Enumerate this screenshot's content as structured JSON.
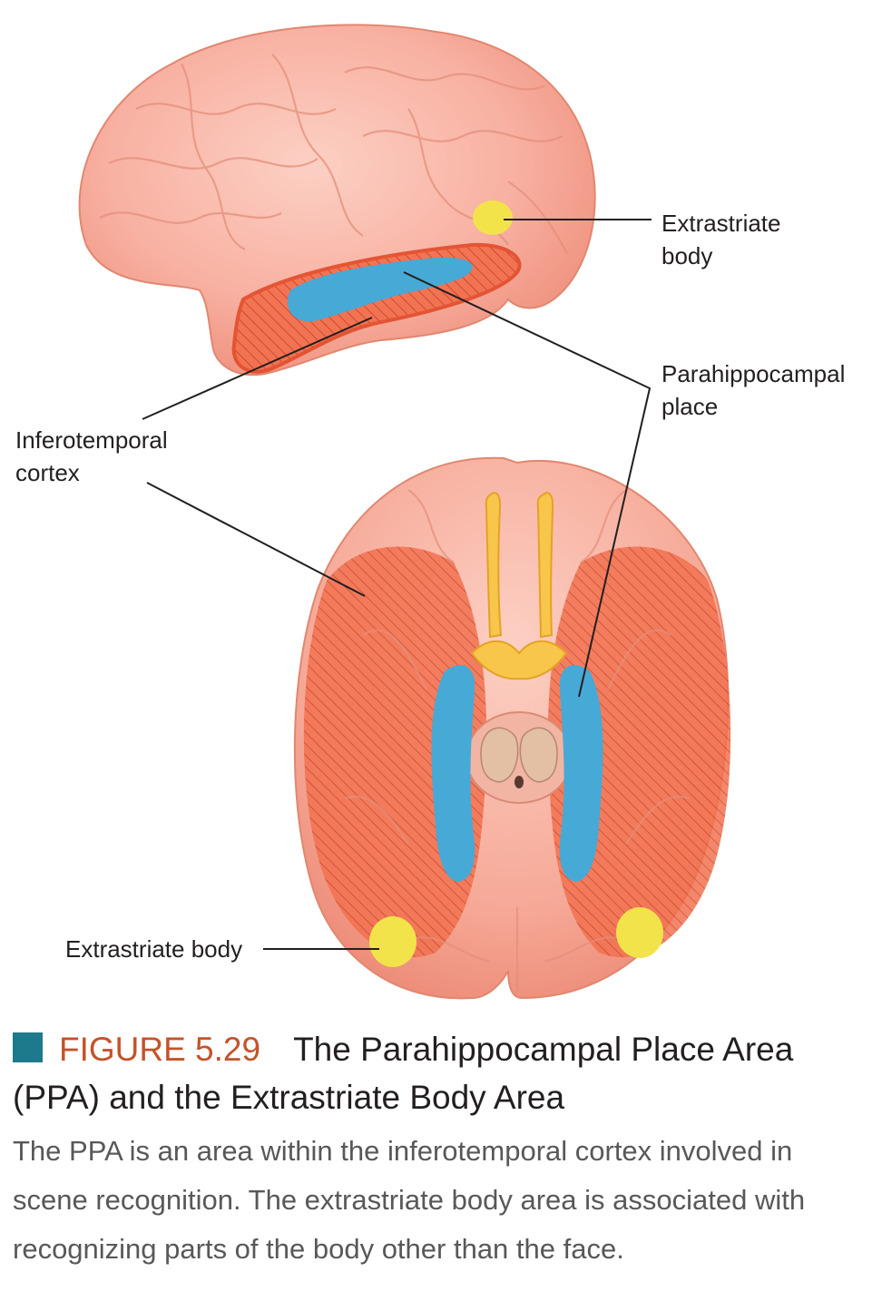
{
  "labels": {
    "extrastriate_top": "Extrastriate\nbody",
    "parahippocampal": "Parahippocampal\nplace",
    "inferotemporal": "Inferotemporal\ncortex",
    "extrastriate_bottom": "Extrastriate body"
  },
  "caption": {
    "figure_number": "FIGURE 5.29",
    "title": "The Parahippocampal Place Area (PPA) and the Extrastriate Body Area",
    "body": "The PPA is an area within the inferotemporal cortex involved in scene recognition. The extrastriate body area is associated with recognizing parts of the body other than the face."
  },
  "colors": {
    "brain_tissue": "#f6a99c",
    "inferotemporal_highlight": "#f0603f",
    "ppa_region": "#47a9d6",
    "extrastriate_region": "#f2e34a",
    "olfactory_tracts": "#f7c64a",
    "caption_square": "#1c7a8c",
    "caption_figure_number": "#c4532a"
  },
  "icons": {
    "caption_marker": "square-marker-icon"
  }
}
